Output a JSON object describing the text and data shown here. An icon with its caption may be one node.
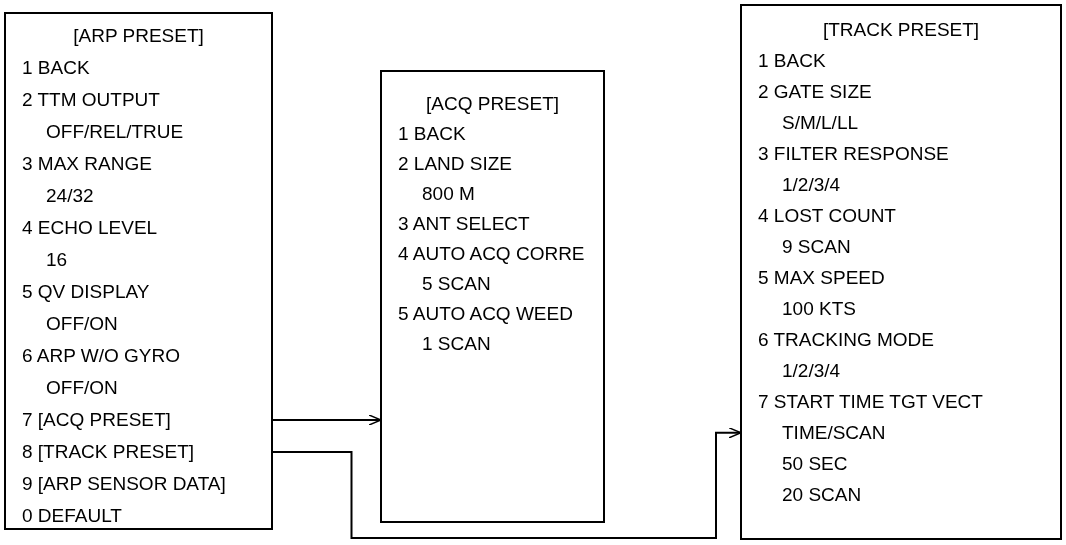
{
  "diagram": {
    "nodes": [
      {
        "text": [
          "[ARP PRESET]",
          "1 BACK",
          "2 TTM OUTPUT",
          "OFF/REL/TRUE",
          "3 MAX RANGE",
          "24/32",
          "4 ECHO LEVEL",
          "16",
          "5 QV DISPLAY",
          "OFF/ON",
          "6 ARP W/O GYRO",
          "OFF/ON",
          "9 [ARP SENSOR DATA]",
          "0 DEFAULT"
        ]
      },
      {
        "text": [
          "7 [ACQ PRESET]"
        ],
        "in": 0
      },
      {
        "text": [
          "8 [TRACK PRESET]"
        ],
        "in": 0
      },
      {
        "text": [
          "[ACQ PRESET]",
          "1 BACK",
          "2 LAND SIZE",
          "800 M",
          "3 ANT SELECT",
          "4 AUTO ACQ CORRE",
          "5 SCAN",
          "5 AUTO ACQ WEED",
          "1 SCAN"
        ]
      },
      {
        "text": [
          "[TRACK PRESET]",
          "1 BACK",
          "2 GATE SIZE",
          "S/M/L/LL",
          "3 FILTER RESPONSE",
          "1/2/3/4",
          "4 LOST COUNT",
          "9 SCAN",
          "5 MAX SPEED",
          "100 KTS",
          "6 TRACKING MODE",
          "1/2/3/4",
          "7 START TIME TGT VECT",
          "TIME/SCAN",
          "50 SEC",
          "20 SCAN"
        ]
      }
    ],
    "edges": [
      {
        "from": 1,
        "to": 3,
        "arrow": "to"
      },
      {
        "from": 2,
        "to": 4,
        "arrow": "to"
      }
    ]
  }
}
